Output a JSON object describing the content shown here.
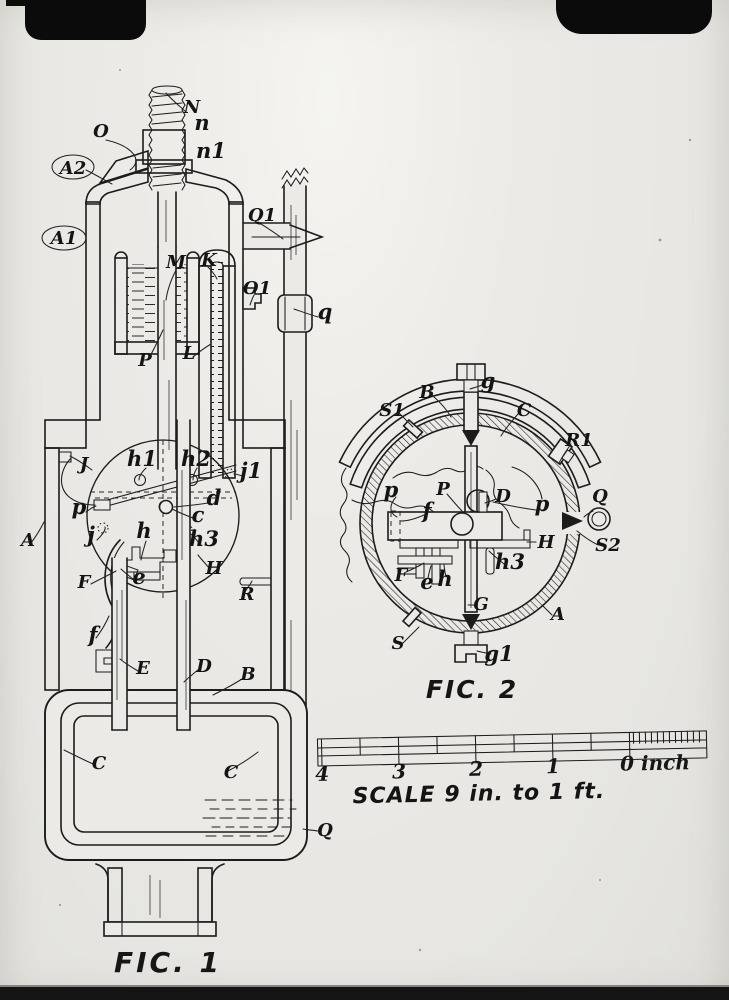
{
  "drawing": {
    "type": "patent-figure-sheet",
    "ink_color": "#1c1c1c",
    "paper_color": "#eceae6"
  },
  "fig1": {
    "caption": "FIC. 1",
    "labels": {
      "N": "N",
      "O": "O",
      "n": "n",
      "n1": "n1",
      "A2": "A2",
      "A1": "A1",
      "Q1": "Q1",
      "M": "M",
      "K": "K",
      "O1": "O1",
      "q": "q",
      "P": "P",
      "L": "L",
      "J": "J",
      "h1": "h1",
      "h2": "h2",
      "j1": "j1",
      "p": "p",
      "d": "d",
      "c": "c",
      "A": "A",
      "j": "j",
      "h": "h",
      "h3": "h3",
      "F": "F",
      "e": "e",
      "H": "H",
      "R": "R",
      "f": "f",
      "E": "E",
      "D": "D",
      "B": "B",
      "C_left": "C",
      "C_right": "C",
      "Q": "Q"
    }
  },
  "fig2": {
    "caption": "FIC. 2",
    "labels": {
      "B": "B",
      "g": "g",
      "S1": "S1",
      "C": "C",
      "R1": "R1",
      "p_left": "p",
      "P": "P",
      "D": "D",
      "f": "f",
      "p_right": "p",
      "H": "H",
      "Q": "Q",
      "S2": "S2",
      "F": "F",
      "e": "e",
      "h": "h",
      "h3": "h3",
      "G": "G",
      "A": "A",
      "S": "S",
      "g1": "g1"
    }
  },
  "scale_bar": {
    "caption": "SCALE 9 in. to 1 ft.",
    "ticks": [
      "4",
      "3",
      "2",
      "1",
      "0 inch"
    ]
  }
}
